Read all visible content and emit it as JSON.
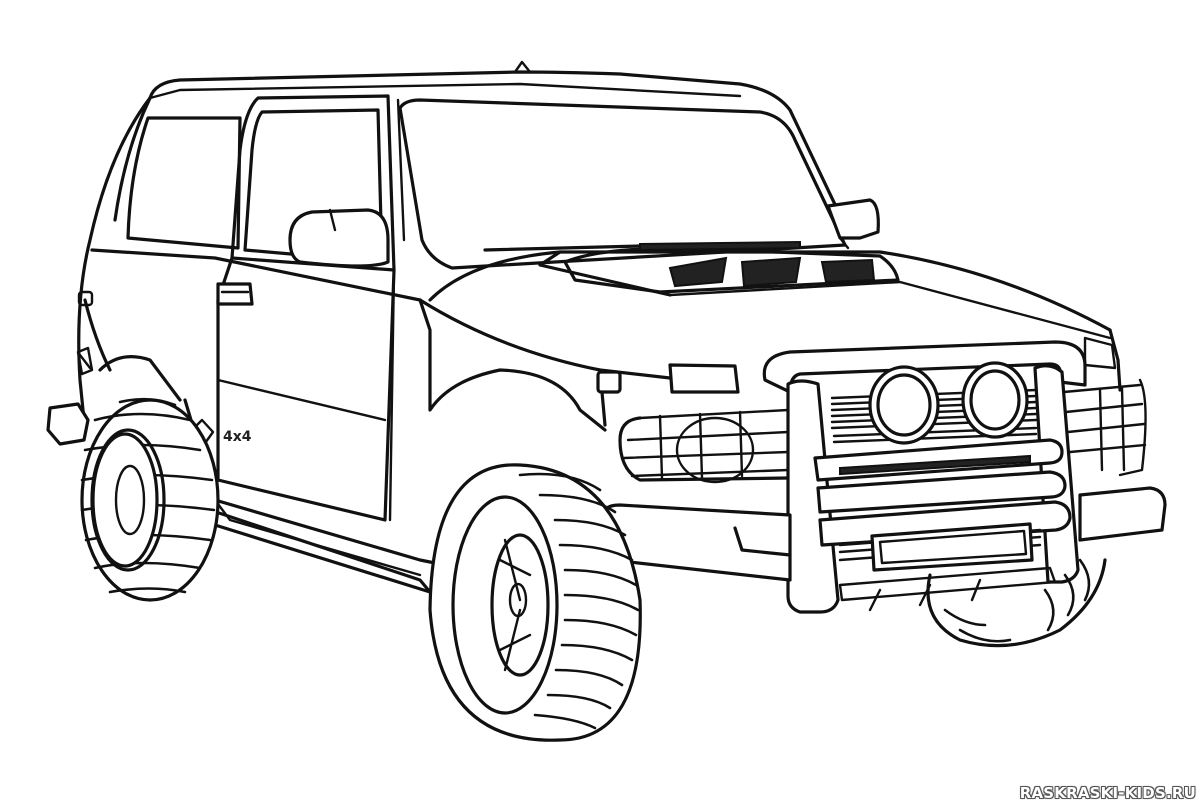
{
  "image": {
    "subject": "Off-road SUV line-art coloring page",
    "background_color": "#ffffff",
    "line_color": "#111111"
  },
  "vehicle": {
    "type": "3-door off-road SUV",
    "badge_text": "4x4",
    "features": [
      "roof",
      "windshield",
      "side-window",
      "door",
      "side-mirror",
      "door-handle",
      "hood-vents",
      "wiper",
      "bull-bar",
      "fog-lights",
      "grille",
      "license-plate",
      "bumper",
      "front-wheel",
      "rear-wheel",
      "side-step",
      "rear-mirror"
    ]
  },
  "watermark": {
    "text": "RASKRASKI-KIDS.RU"
  }
}
